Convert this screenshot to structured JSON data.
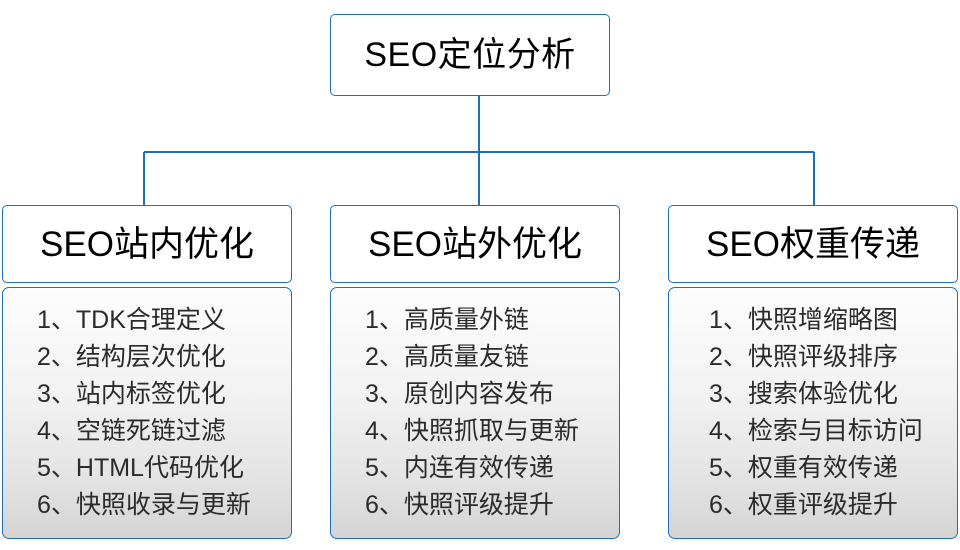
{
  "root": {
    "title": "SEO定位分析"
  },
  "columns": [
    {
      "id": "on-site",
      "header": "SEO站内优化",
      "items": [
        "1、TDK合理定义",
        "2、结构层次优化",
        "3、站内标签优化",
        "4、空链死链过滤",
        "5、HTML代码优化",
        "6、快照收录与更新"
      ]
    },
    {
      "id": "off-site",
      "header": "SEO站外优化",
      "items": [
        "1、高质量外链",
        "2、高质量友链",
        "3、原创内容发布",
        "4、快照抓取与更新",
        "5、内连有效传递",
        "6、快照评级提升"
      ]
    },
    {
      "id": "weight-transfer",
      "header": "SEO权重传递",
      "items": [
        "1、快照增缩略图",
        "2、快照评级排序",
        "3、搜索体验优化",
        "4、检索与目标访问",
        "5、权重有效传递",
        "6、权重评级提升"
      ]
    }
  ],
  "colors": {
    "connector": "#1f6fb5",
    "box_border": "#1f6fb5",
    "text": "#000000",
    "list_text": "#2b2b2b",
    "background": "#ffffff"
  }
}
